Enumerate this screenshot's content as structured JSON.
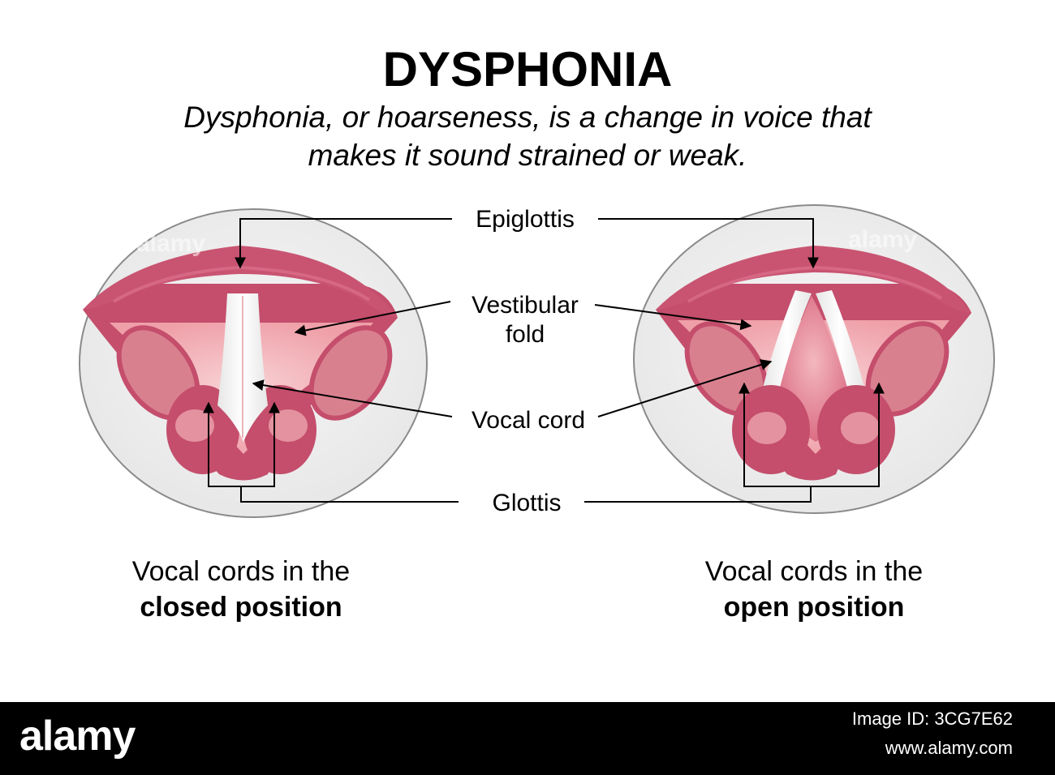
{
  "title": "DYSPHONIA",
  "subtitle": {
    "line1": "Dysphonia, or hoarseness, is a change in voice that",
    "line2": "makes it sound strained or weak."
  },
  "labels": {
    "epiglottis": "Epiglottis",
    "vestibular_line1": "Vestibular",
    "vestibular_line2": "fold",
    "vocal_cord": "Vocal cord",
    "glottis": "Glottis"
  },
  "captions": {
    "closed_line1": "Vocal cords in the",
    "closed_line2": "closed position",
    "open_line1": "Vocal cords in the",
    "open_line2": "open position"
  },
  "watermark": {
    "logo": "alamy",
    "image_id": "Image ID: 3CG7E62",
    "url": "www.alamy.com"
  },
  "colors": {
    "tissue_dark": "#c44e6c",
    "tissue_mid": "#d9667f",
    "tissue_light": "#eda6ad",
    "tissue_pale": "#f4c5c8",
    "cord_white": "#f2f2f2",
    "circle_fill": "#eeeeee",
    "circle_stroke": "#8a8a8a",
    "footer_bg": "#000000"
  }
}
